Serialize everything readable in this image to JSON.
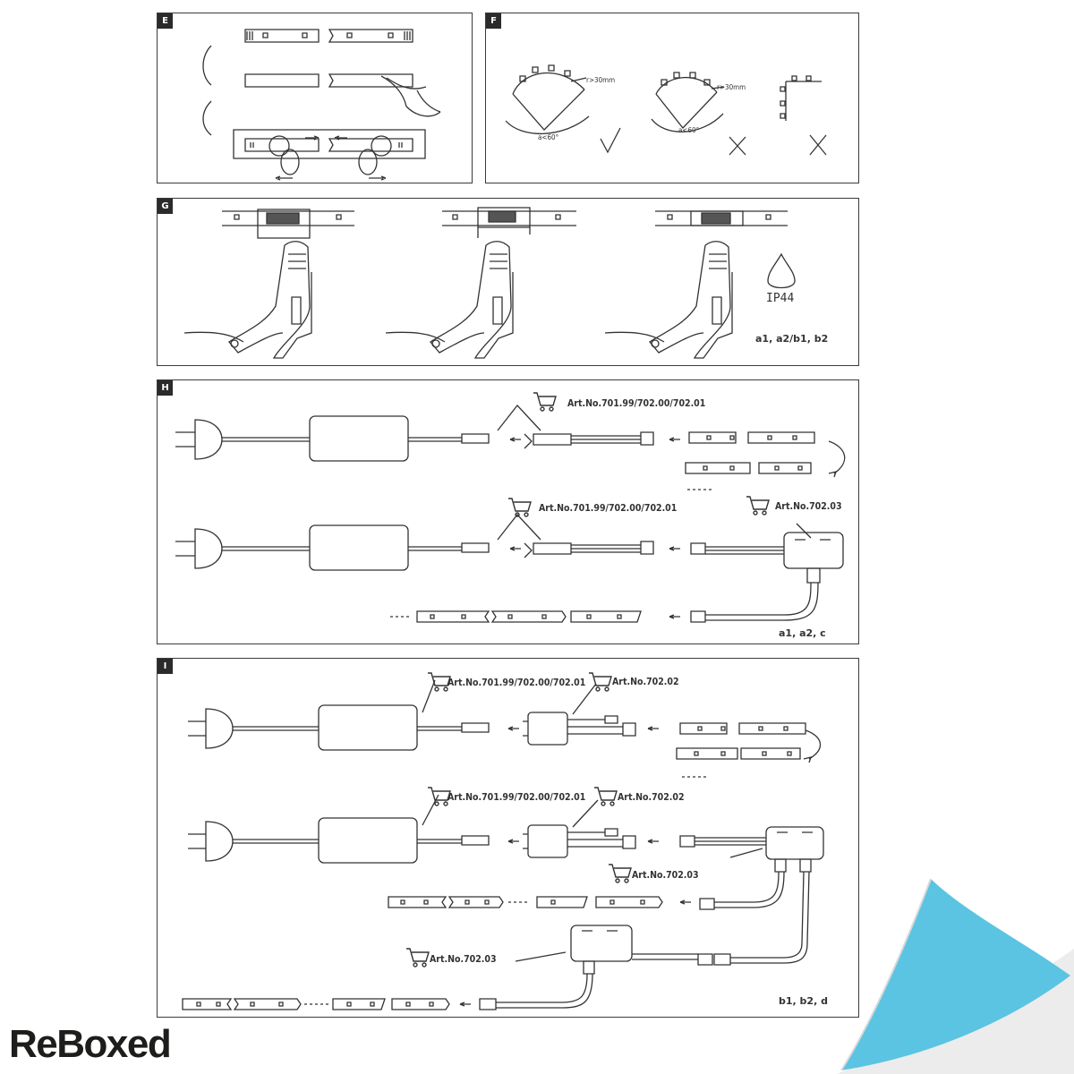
{
  "panels": {
    "e": {
      "label": "E"
    },
    "f": {
      "label": "F",
      "radius_label": "r>30mm",
      "angle_label": "a<60°"
    },
    "g": {
      "label": "G",
      "ip_rating": "IP44",
      "variants": "a1, a2/b1, b2"
    },
    "h": {
      "label": "H",
      "art_1": "Art.No.701.99/702.00/702.01",
      "art_2": "Art.No.701.99/702.00/702.01",
      "art_3": "Art.No.702.03",
      "variants": "a1, a2, c"
    },
    "i": {
      "label": "I",
      "art_1a": "Art.No.701.99/702.00/702.01",
      "art_1b": "Art.No.702.02",
      "art_2a": "Art.No.701.99/702.00/702.01",
      "art_2b": "Art.No.702.02",
      "art_3": "Art.No.702.03",
      "art_4": "Art.No.702.03",
      "variants": "b1, b2, d"
    }
  },
  "brand": {
    "name": "ReBoxed"
  },
  "colors": {
    "line": "#333333",
    "page_curl": "#5bc4e3"
  }
}
